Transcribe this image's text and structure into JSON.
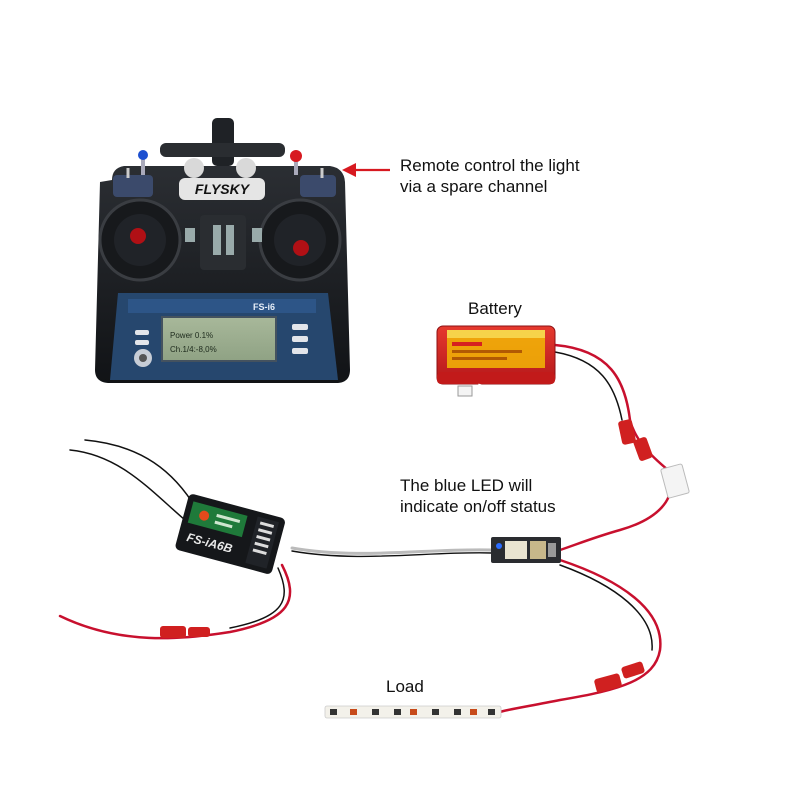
{
  "labels": {
    "remote_line1": "Remote control the light",
    "remote_line2": "via a spare channel",
    "battery": "Battery",
    "led_line1": "The blue LED will",
    "led_line2": "indicate on/off status",
    "load": "Load"
  },
  "transmitter": {
    "brand": "FLYSKY",
    "model": "FS-i6",
    "screen_line1": "Power 0.1%",
    "screen_line2": "Ch.1/4:-8,0%"
  },
  "receiver": {
    "model": "FS-iA6B"
  },
  "colors": {
    "arrow": "#d71920",
    "wire_red": "#c8102e",
    "wire_black": "#111111",
    "battery_body": "#d62020",
    "battery_label": "#f2b705",
    "transmitter_body": "#1b1d21",
    "receiver_label": "#1f7a3a",
    "led_chip": "#e9e4d0"
  },
  "icons": {
    "arrow": "left-arrow-icon"
  }
}
